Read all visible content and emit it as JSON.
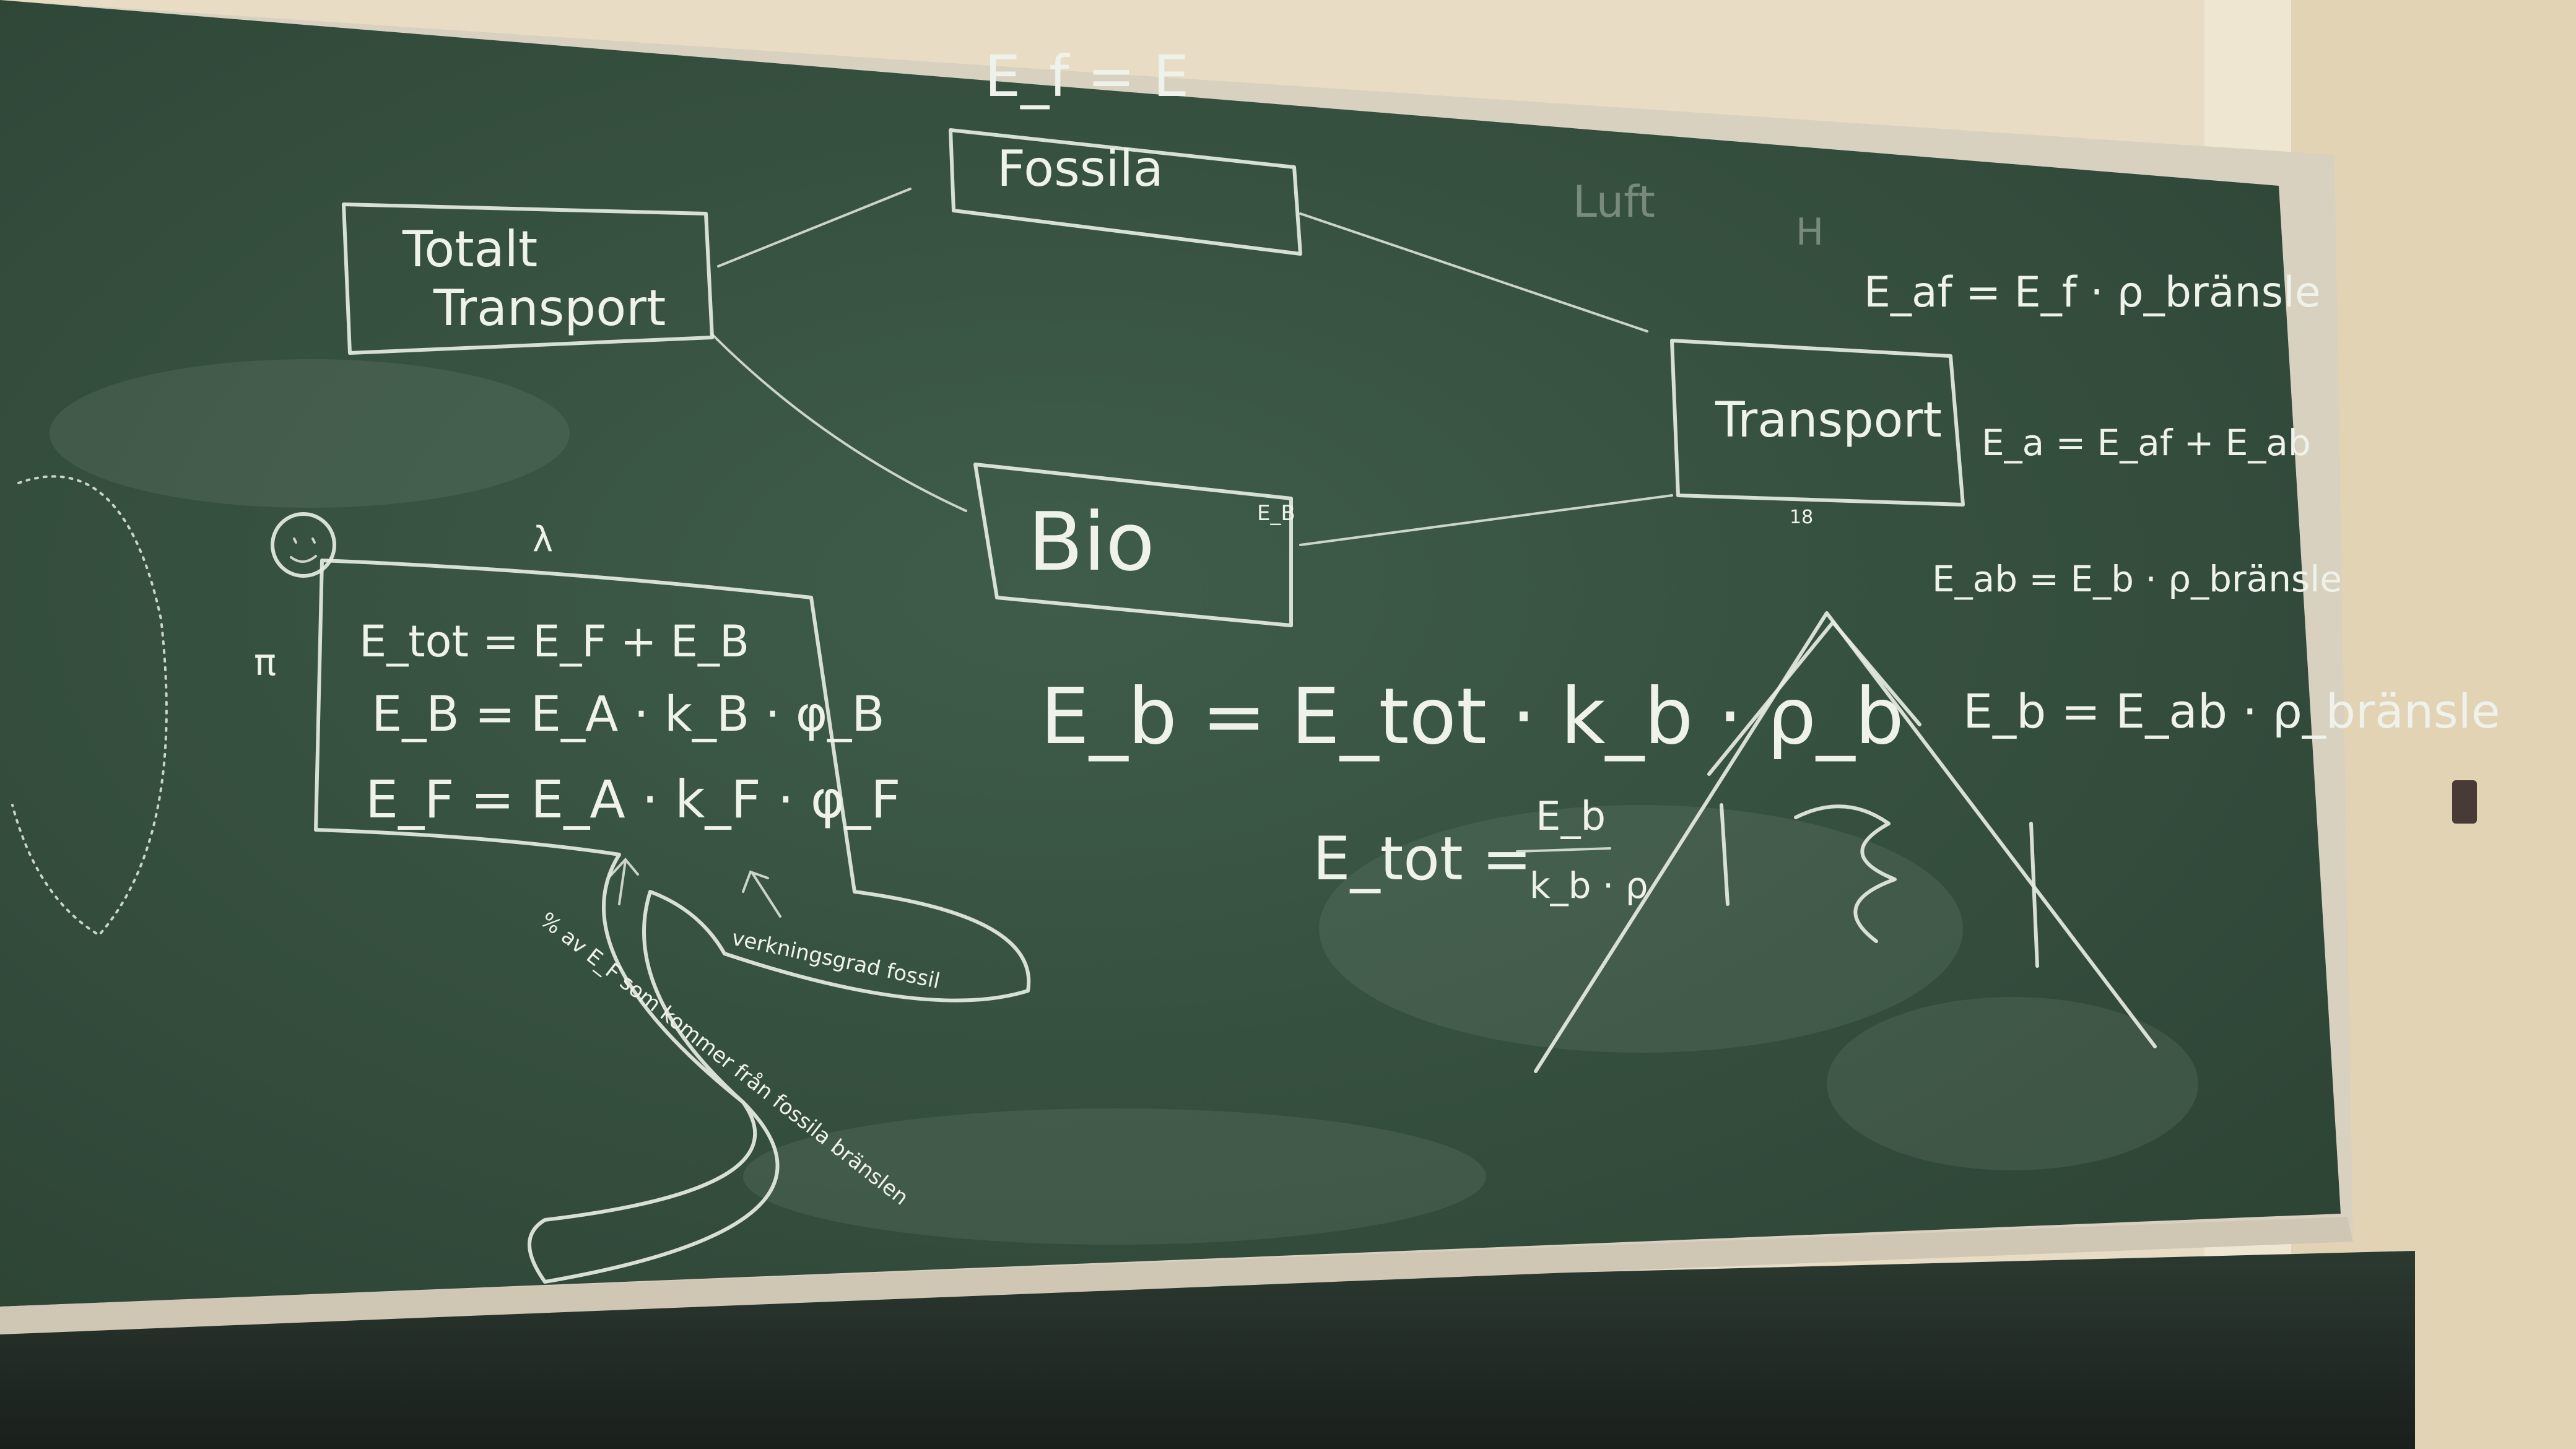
{
  "scene": "chalkboard photo",
  "colors": {
    "board": "#35503f",
    "chalk": "#e6ebe2",
    "wall": "#e9dcc4",
    "rail": "#dcd3c1"
  },
  "board": {
    "top_formula": "E_f = E",
    "boxes": {
      "total_transport": [
        "Totalt",
        "Transport"
      ],
      "fossila": "Fossila",
      "bio": "Bio",
      "bio_sub": "E_B",
      "transport": "Transport",
      "transport_sub": "18"
    },
    "faint_words": {
      "luft": "Luft",
      "h": "H"
    },
    "right_formulas": {
      "eaf": "E_af = E_f · ρ_bränsle",
      "ea": "E_a = E_af + E_ab",
      "eab": "E_ab = E_b · ρ_bränsle",
      "eb2": "E_b = E_ab · ρ_bränsle"
    },
    "center_formulas": {
      "eb": "E_b = E_tot · k_b · ρ_b",
      "etot_lhs": "E_tot =",
      "etot_num": "E_b",
      "etot_den": "k_b · ρ"
    },
    "left_formulas": {
      "l1": "E_tot = E_F + E_B",
      "l2": "E_B = E_A · k_B · φ_B",
      "l3": "E_F = E_A · k_F · φ_F"
    },
    "annotations": {
      "verkningsgrad": "verkningsgrad fossil",
      "andel": "% av E_F som kommer från fossila bränslen"
    },
    "stick_letters": {
      "pi": "π",
      "lambda": "λ"
    }
  }
}
